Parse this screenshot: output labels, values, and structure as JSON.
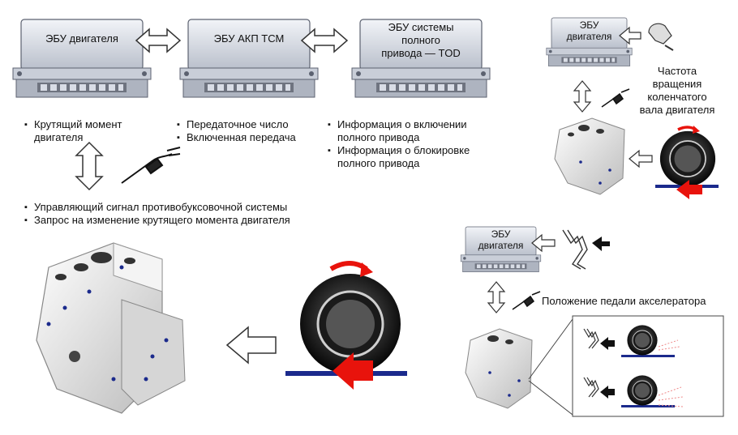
{
  "ecu": {
    "engine": "ЭБУ двигателя",
    "tcm": "ЭБУ АКП ТСМ",
    "tod_line1": "ЭБУ системы",
    "tod_line2": "полного",
    "tod_line3": "привода — TOD"
  },
  "info": {
    "engine_items": [
      "Крутящий момент двигателя"
    ],
    "tcm_items": [
      "Передаточное число",
      "Включенная передача"
    ],
    "tod_items": [
      "Информация о включении полного привода",
      "Информация о блокировке полного привода"
    ],
    "abs_items": [
      "Управляющий сигнал противобуксовочной системы",
      "Запрос на изменение крутящего момента двигателя"
    ]
  },
  "right_top": {
    "ecu_line1": "ЭБУ",
    "ecu_line2": "двигателя",
    "label_line1": "Частота",
    "label_line2": "вращения",
    "label_line3": "коленчатого",
    "label_line4": "вала двигателя"
  },
  "right_bottom": {
    "ecu_line1": "ЭБУ",
    "ecu_line2": "двигателя",
    "label": "Положение педали акселератора"
  },
  "colors": {
    "ecu_body": "#d9dde6",
    "ecu_dark": "#6f7480",
    "arrow_red": "#e8130c",
    "road_blue": "#1b2a8c",
    "block_gray": "#e3e3e3"
  }
}
